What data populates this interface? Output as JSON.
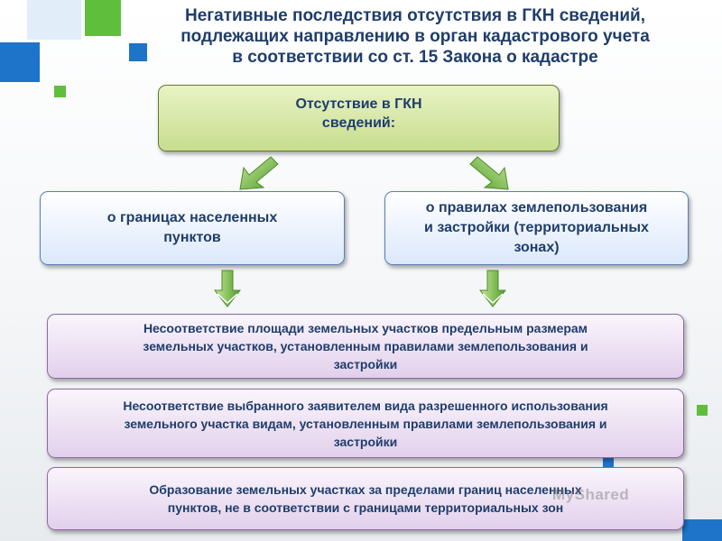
{
  "title": {
    "lines": [
      "Негативные последствия отсутствия в ГКН сведений,",
      "подлежащих направлению в орган кадастрового учета",
      "в соответствии со ст. 15 Закона о кадастре"
    ]
  },
  "root": {
    "lines": [
      "Отсутствие в ГКН",
      "сведений:"
    ]
  },
  "branches": [
    {
      "lines": [
        "о границах населенных",
        "пунктов"
      ]
    },
    {
      "lines": [
        "о правилах землепользования",
        "и застройки (территориальных",
        "зонах)"
      ]
    }
  ],
  "results": [
    {
      "lines": [
        "Несоответствие площади земельных участков предельным размерам",
        "земельных участков, установленным правилами землепользования и",
        "застройки"
      ]
    },
    {
      "lines": [
        "Несоответствие выбранного заявителем вида разрешенного использования",
        "земельного участка видам, установленным правилами землепользования и",
        "застройки"
      ]
    },
    {
      "lines": [
        "Образование земельных участках за пределами границ населенных",
        "пунктов, не в соответствии с границами территориальных зон"
      ]
    }
  ],
  "watermark": "MyShared",
  "colors": {
    "title_text": "#1f3d6b",
    "deco_green": "#5fbf3c",
    "deco_blue": "#1e74c9",
    "deco_light_blue": "#8fc1ea",
    "root_fill": "#c8dd8f",
    "branch_fill": "#dbe8fb",
    "result_fill": "#e2d0eb",
    "arrow_green": "#6fbf3a"
  }
}
